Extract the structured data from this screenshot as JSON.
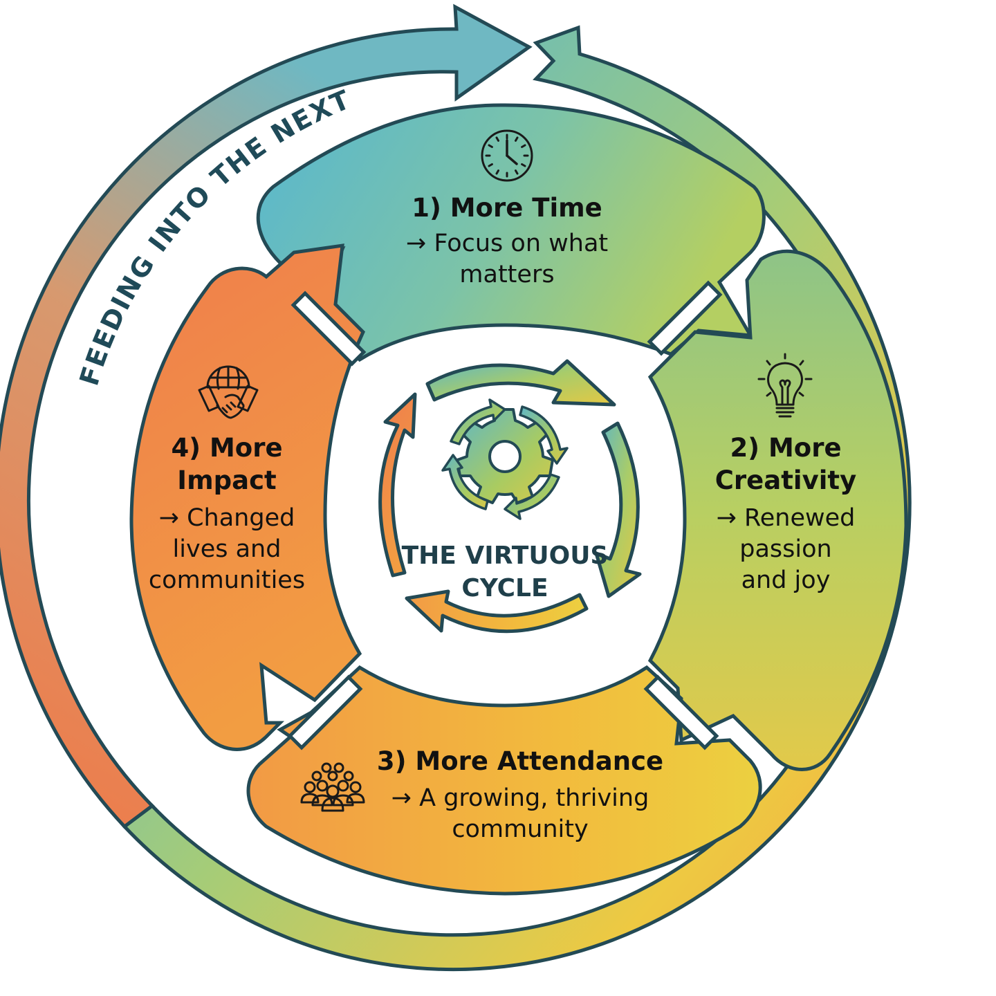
{
  "ring": {
    "label": "FEEDING INTO THE NEXT"
  },
  "center": {
    "title_line1": "THE VIRTUOUS",
    "title_line2": "CYCLE",
    "icon": "gear-cycle-icon"
  },
  "steps": [
    {
      "number": "1)",
      "title": "More Time",
      "title_lines": [
        "1) More Time"
      ],
      "desc_lines": [
        "→ Focus on what",
        "matters"
      ],
      "icon": "clock-icon",
      "color": "#5fb8c9"
    },
    {
      "number": "2)",
      "title": "More Creativity",
      "title_lines": [
        "2) More",
        "Creativity"
      ],
      "desc_lines": [
        "→ Renewed",
        "passion",
        "and joy"
      ],
      "icon": "lightbulb-icon",
      "color": "#a9cb72"
    },
    {
      "number": "3)",
      "title": "More Attendance",
      "title_lines": [
        "3) More Attendance"
      ],
      "desc_lines": [
        "→ A growing, thriving",
        "community"
      ],
      "icon": "crowd-icon",
      "color": "#f2b63f"
    },
    {
      "number": "4)",
      "title": "More Impact",
      "title_lines": [
        "4) More",
        "Impact"
      ],
      "desc_lines": [
        "→ Changed",
        "lives and",
        "communities"
      ],
      "icon": "globe-handshake-icon",
      "color": "#f07f4a"
    }
  ],
  "colors": {
    "outline": "#234a55",
    "teal": "#5fb8c9",
    "green": "#a9cb72",
    "yellow": "#f0c840",
    "orange": "#f07f4a",
    "text_dark": "#111111",
    "center_text": "#1f3f4a"
  }
}
